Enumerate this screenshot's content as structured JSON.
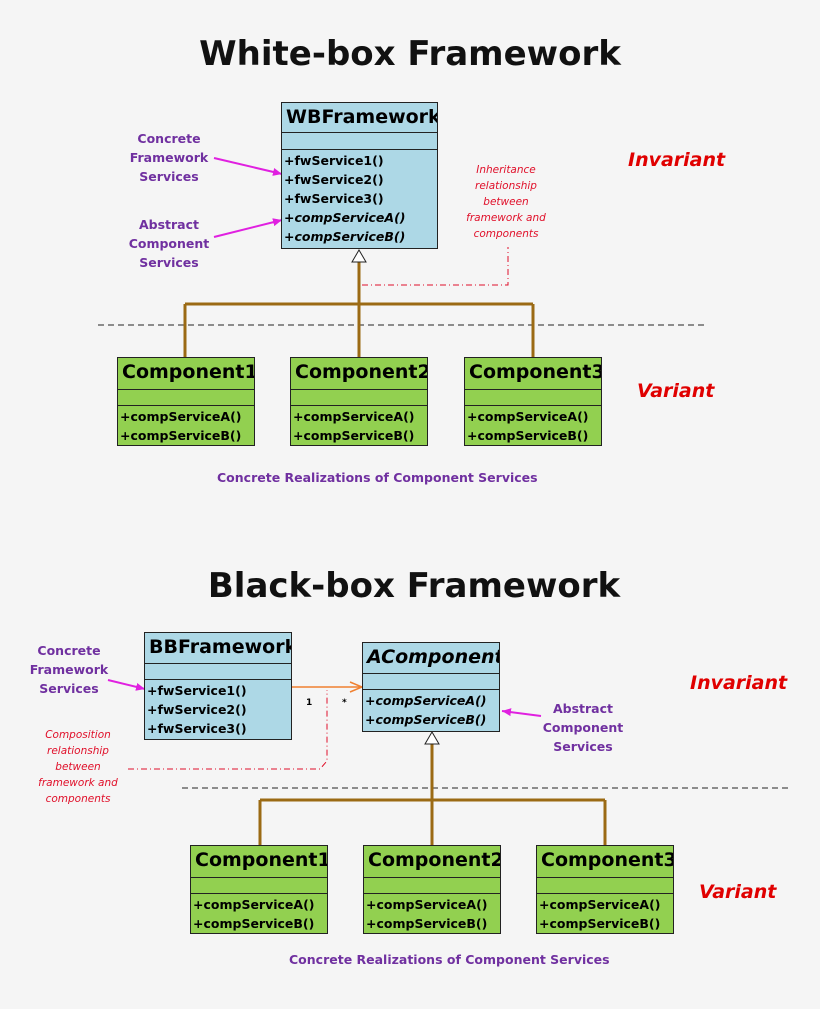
{
  "whitebox": {
    "title": "White-box Framework",
    "framework": {
      "name": "WBFramework",
      "ops": [
        "+fwService1()",
        "+fwService2()",
        "+fwService3()",
        "+compServiceA()",
        "+compServiceB()"
      ]
    },
    "notes": {
      "concrete": "Concrete Framework Services",
      "abstract": "Abstract Component Services",
      "inheritance": "Inheritance relationship between framework and components"
    },
    "invariant": "Invariant",
    "variant": "Variant",
    "components": [
      {
        "name": "Component1",
        "ops": [
          "+compServiceA()",
          "+compServiceB()"
        ]
      },
      {
        "name": "Component2",
        "ops": [
          "+compServiceA()",
          "+compServiceB()"
        ]
      },
      {
        "name": "Component3",
        "ops": [
          "+compServiceA()",
          "+compServiceB()"
        ]
      }
    ],
    "caption": "Concrete Realizations of Component Services"
  },
  "blackbox": {
    "title": "Black-box Framework",
    "framework": {
      "name": "BBFramework",
      "ops": [
        "+fwService1()",
        "+fwService2()",
        "+fwService3()"
      ]
    },
    "acomponent": {
      "name": "AComponent",
      "ops": [
        "+compServiceA()",
        "+compServiceB()"
      ]
    },
    "multiplicity": {
      "from": "1",
      "to": "*"
    },
    "notes": {
      "concrete": "Concrete Framework Services",
      "abstract": "Abstract Component Services",
      "composition": "Composition relationship between framework and components"
    },
    "invariant": "Invariant",
    "variant": "Variant",
    "components": [
      {
        "name": "Component1",
        "ops": [
          "+compServiceA()",
          "+compServiceB()"
        ]
      },
      {
        "name": "Component2",
        "ops": [
          "+compServiceA()",
          "+compServiceB()"
        ]
      },
      {
        "name": "Component3",
        "ops": [
          "+compServiceA()",
          "+compServiceB()"
        ]
      }
    ],
    "caption": "Concrete Realizations of Component Services"
  },
  "colors": {
    "framework_fill": "#add8e6",
    "component_fill": "#92d050",
    "note_purple": "#7030a0",
    "arrow_magenta": "#e020e0",
    "invariant_red": "#e00000",
    "connector_brown": "#9b6a14",
    "association_orange": "#f08030"
  }
}
